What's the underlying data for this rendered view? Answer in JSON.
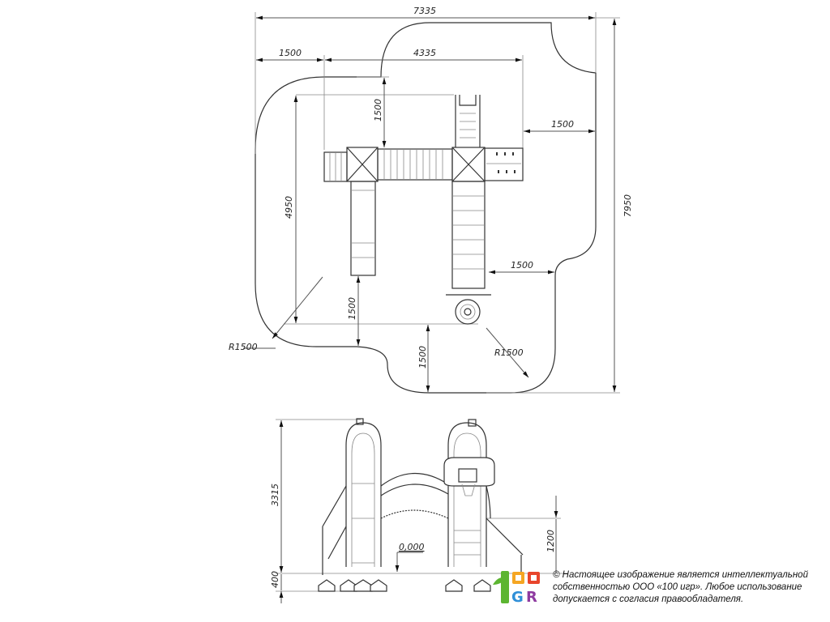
{
  "plan_view": {
    "dimensions": {
      "overall_width": "7335",
      "left_offset": "1500",
      "equipment_width": "4335",
      "overall_depth": "7950",
      "equipment_depth": "4950",
      "top_clearance": "1500",
      "right_clearance_top": "1500",
      "right_clearance_ladder": "1500",
      "slide_clearance": "1500",
      "bottom_clearance": "1500",
      "radius_left": "R1500",
      "radius_right": "R1500"
    }
  },
  "elevation_view": {
    "dimensions": {
      "height": "3315",
      "foundation": "400",
      "platform_height": "1200",
      "ground_level": "0,000"
    }
  },
  "logo": {
    "text": "100 IGR"
  },
  "copyright": {
    "line1": "© Настоящее изображение является интеллектуальной",
    "line2": "собственностью ООО «100 игр».  Любое использование",
    "line3": "допускается с согласия правообладателя."
  },
  "colors": {
    "logo_green": "#5cb531",
    "logo_orange": "#f5a623",
    "logo_red": "#e8452c",
    "logo_blue": "#2f8fd8",
    "logo_purple": "#8e3aa0"
  }
}
